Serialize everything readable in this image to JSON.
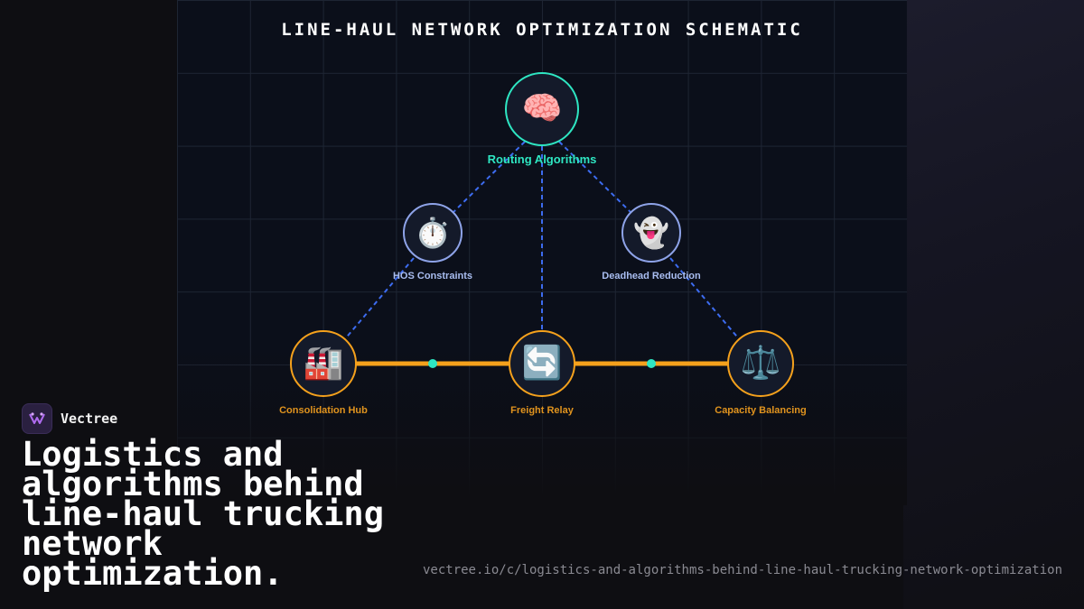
{
  "diagram": {
    "title": "LINE-HAUL NETWORK OPTIMIZATION SCHEMATIC",
    "nodes": {
      "routing": {
        "label": "Routing Algorithms",
        "icon": "brain-icon",
        "glyph": "🧠"
      },
      "hos": {
        "label": "HOS Constraints",
        "icon": "stopwatch-icon",
        "glyph": "⏱️"
      },
      "deadhead": {
        "label": "Deadhead Reduction",
        "icon": "ghost-icon",
        "glyph": "👻"
      },
      "hub": {
        "label": "Consolidation Hub",
        "icon": "factory-icon",
        "glyph": "🏭"
      },
      "relay": {
        "label": "Freight Relay",
        "icon": "cycle-arrows-icon",
        "glyph": "🔄"
      },
      "balancing": {
        "label": "Capacity Balancing",
        "icon": "scales-icon",
        "glyph": "⚖️"
      }
    },
    "colors": {
      "teal": "#2ee6c2",
      "blue_dashed": "#3d6cf0",
      "orange": "#f5a11c",
      "panel": "#0b0f1a"
    }
  },
  "brand": {
    "name": "Vectree"
  },
  "headline": "Logistics and algorithms behind line-haul trucking network optimization.",
  "url": "vectree.io/c/logistics-and-algorithms-behind-line-haul-trucking-network-optimization"
}
